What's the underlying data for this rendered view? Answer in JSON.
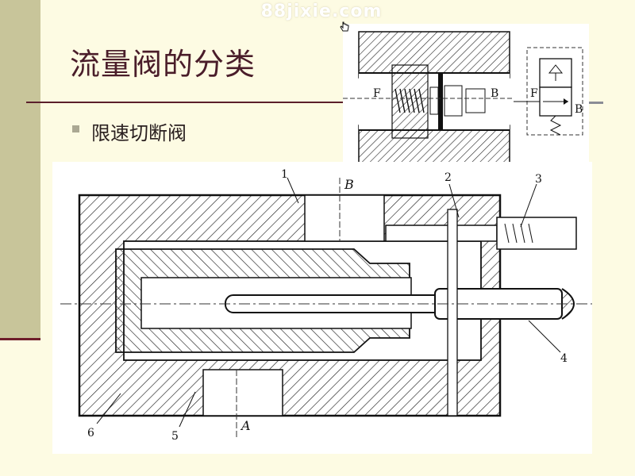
{
  "watermark": "88jixie.com",
  "slide": {
    "title": "流量阀的分类",
    "bullet": "限速切断阀"
  },
  "figure_top": {
    "label_f_left": "F",
    "label_b_left": "B",
    "label_f_right": "F",
    "label_b_right": "B"
  },
  "figure_main": {
    "label_b": "B",
    "label_a": "A",
    "callouts": [
      "1",
      "2",
      "3",
      "4",
      "5",
      "6"
    ]
  },
  "colors": {
    "background": "#fdfbe3",
    "side_panel": "#c8c59a",
    "accent": "#6e1d2a",
    "title": "#4a1d2a"
  },
  "icons": [
    "hand-cursor-icon",
    "bullet-square-icon"
  ]
}
